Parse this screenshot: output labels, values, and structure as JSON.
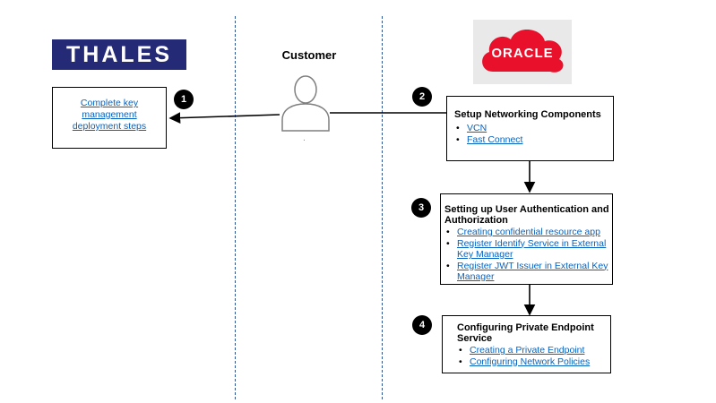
{
  "logos": {
    "thales": "THALES",
    "oracle": "ORACLE"
  },
  "customer": {
    "label": "Customer",
    "caption": "."
  },
  "step1": {
    "badge": "1",
    "lines": [
      "Complete key",
      "management",
      "deployment steps"
    ]
  },
  "step2": {
    "badge": "2",
    "title": "Setup Networking Components",
    "items": [
      "VCN",
      "Fast Connect"
    ]
  },
  "step3": {
    "badge": "3",
    "title_lines": [
      "Setting up User Authentication and",
      "Authorization"
    ],
    "items": [
      [
        "Creating confidential resource app"
      ],
      [
        "Register Identify Service in External",
        "Key Manager"
      ],
      [
        "Register JWT Issuer in External Key",
        "Manager"
      ]
    ]
  },
  "step4": {
    "badge": "4",
    "title_lines": [
      "Configuring Private Endpoint",
      "Service"
    ],
    "items": [
      "Creating a Private Endpoint",
      "Configuring Network Policies"
    ]
  },
  "colors": {
    "thales_bg": "#242a75",
    "oracle_red": "#e8102a",
    "link": "#0563c1",
    "divider": "#2f5597"
  }
}
